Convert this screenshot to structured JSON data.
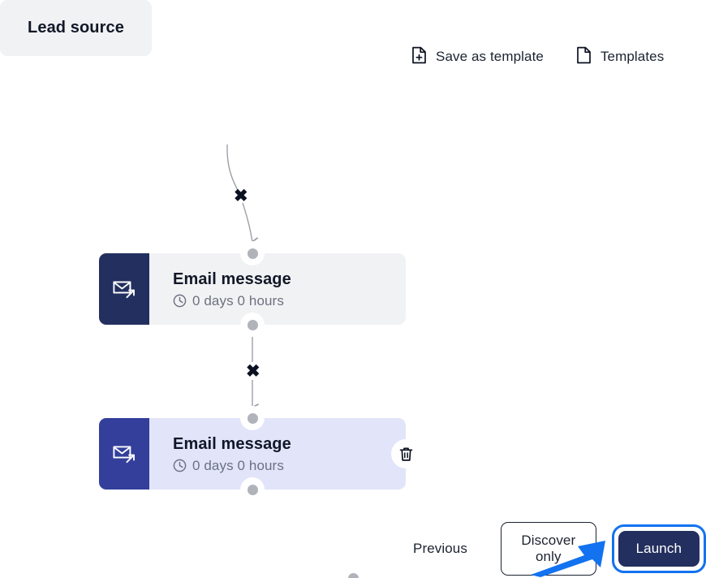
{
  "toolbar": {
    "items": [
      {
        "label": "Save as template",
        "icon": "document-plus-icon"
      },
      {
        "label": "Templates",
        "icon": "document-icon"
      }
    ]
  },
  "flow": {
    "nodes": [
      {
        "id": "lead-source",
        "type": "trigger",
        "title": "Lead source",
        "selected": false
      },
      {
        "id": "email-message-1",
        "type": "email",
        "title": "Email message",
        "delay": "0 days 0 hours",
        "delay_icon": "clock-icon",
        "node_icon": "email-send-icon",
        "selected": false
      },
      {
        "id": "email-message-2",
        "type": "email",
        "title": "Email message",
        "delay": "0 days 0 hours",
        "delay_icon": "clock-icon",
        "node_icon": "email-send-icon",
        "selected": true,
        "delete_icon": "trash-icon"
      }
    ],
    "connectors": [
      {
        "from": "lead-source",
        "to": "email-message-1",
        "marker": "✖",
        "shape": "curved"
      },
      {
        "from": "email-message-1",
        "to": "email-message-2",
        "marker": "✖",
        "shape": "straight"
      }
    ]
  },
  "footer": {
    "previous_label": "Previous",
    "discover_label": "Discover only",
    "launch_label": "Launch"
  },
  "annotation": {
    "type": "pointer-arrow",
    "target": "launch-button",
    "color": "#1272f0"
  },
  "colors": {
    "node_default_bg": "#f1f2f4",
    "node_selected_bg": "#e2e4fa",
    "icon_panel_default": "#232f5e",
    "icon_panel_selected": "#333f9b",
    "focus_ring": "#1272f0",
    "port_dot": "#b0b3ba",
    "edge_line": "#9ca0a8",
    "text_primary": "#111827",
    "text_muted": "#6b7280"
  }
}
